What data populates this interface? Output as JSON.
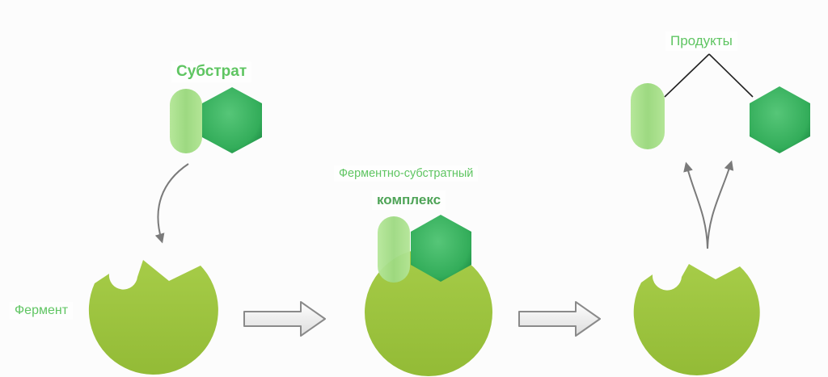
{
  "labels": {
    "substrate": "Субстрат",
    "enzyme": "Фермент",
    "complex_line1": "Ферментно-субстратный",
    "complex_line2": "комплекс",
    "products": "Продукты"
  },
  "colors": {
    "enzyme": "#9dc43e",
    "substrate_capsule": "#a9e08a",
    "substrate_hexagon": "#3db663",
    "label_green": "#5fc562",
    "arrow_gray": "#7a7a7a"
  },
  "icons": {
    "enzyme": "circle-with-notched-active-site",
    "substrate_part_a": "rounded-capsule",
    "substrate_part_b": "hexagon",
    "process_arrow": "block-arrow-right",
    "binding_arrow": "curved-arrow-down",
    "release_arrow": "forked-arrow-up"
  }
}
